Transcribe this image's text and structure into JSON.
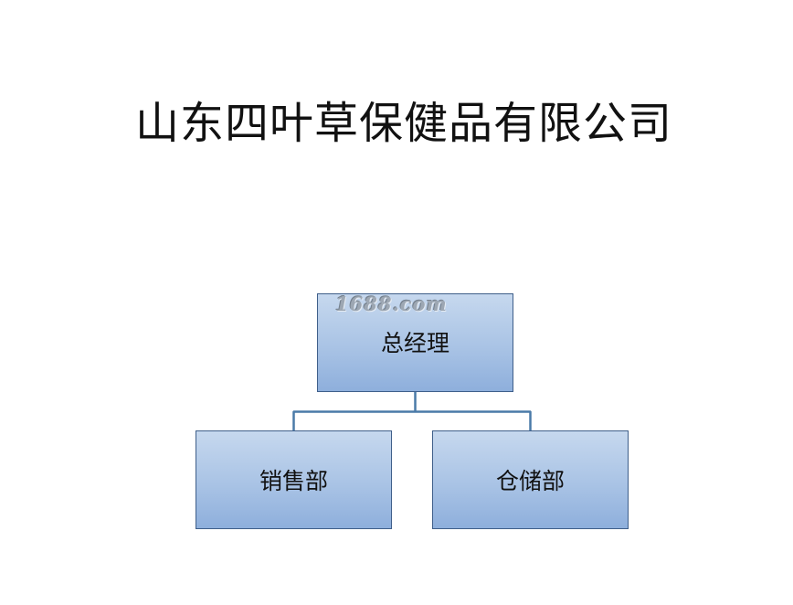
{
  "title": "山东四叶草保健品有限公司",
  "watermark": "1688.com",
  "org_chart": {
    "root": {
      "label": "总经理"
    },
    "children": [
      {
        "label": "销售部"
      },
      {
        "label": "仓储部"
      }
    ]
  },
  "colors": {
    "node_fill_top": "#c6d8ee",
    "node_fill_bottom": "#8eafdc",
    "node_border": "#3f5f8a",
    "connector": "#4a7aa8"
  }
}
